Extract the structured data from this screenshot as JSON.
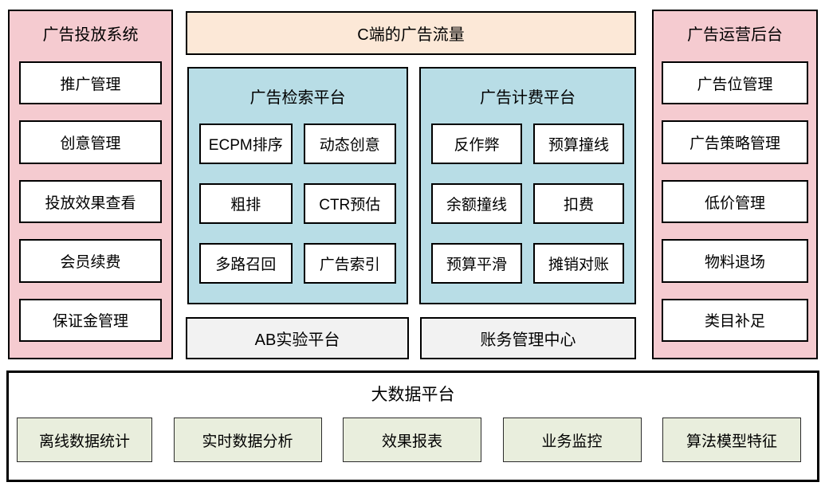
{
  "colors": {
    "panel_pink": "#f5cbd0",
    "banner_peach": "#fce8d7",
    "platform_blue": "#b8dde6",
    "platform_gray": "#f2f2f2",
    "bigdata_green": "#e9eedd",
    "box_white": "#ffffff",
    "border_black": "#000000"
  },
  "left_panel": {
    "title": "广告投放系统",
    "items": [
      "推广管理",
      "创意管理",
      "投放效果查看",
      "会员续费",
      "保证金管理"
    ]
  },
  "traffic_banner": {
    "label": "C端的广告流量"
  },
  "retrieval_platform": {
    "title": "广告检索平台",
    "items": [
      "ECPM排序",
      "动态创意",
      "粗排",
      "CTR预估",
      "多路召回",
      "广告索引"
    ]
  },
  "billing_platform": {
    "title": "广告计费平台",
    "items": [
      "反作弊",
      "预算撞线",
      "余额撞线",
      "扣费",
      "预算平滑",
      "摊销对账"
    ]
  },
  "ab_platform": {
    "label": "AB实验平台"
  },
  "finance_center": {
    "label": "账务管理中心"
  },
  "right_panel": {
    "title": "广告运营后台",
    "items": [
      "广告位管理",
      "广告策略管理",
      "低价管理",
      "物料退场",
      "类目补足"
    ]
  },
  "bigdata_panel": {
    "title": "大数据平台",
    "items": [
      "离线数据统计",
      "实时数据分析",
      "效果报表",
      "业务监控",
      "算法模型特征"
    ]
  }
}
